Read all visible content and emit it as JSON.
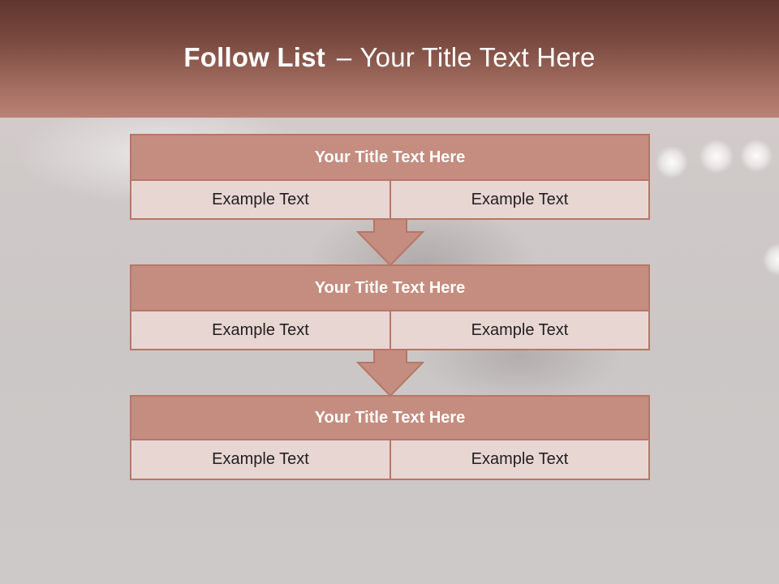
{
  "header": {
    "title_strong": "Follow List",
    "title_dash": "–",
    "title_light": "Your Title Text Here"
  },
  "steps": [
    {
      "title": "Your Title Text Here",
      "left": "Example Text",
      "right": "Example Text"
    },
    {
      "title": "Your Title Text Here",
      "left": "Example Text",
      "right": "Example Text"
    },
    {
      "title": "Your Title Text Here",
      "left": "Example Text",
      "right": "Example Text"
    }
  ],
  "colors": {
    "header_dark": "#5e362d",
    "header_light": "#b98275",
    "box_head": "#c48d7f",
    "box_cell": "#e8d6d3",
    "border": "#b77667"
  },
  "icons": [
    "down-arrow-icon",
    "down-arrow-icon"
  ]
}
